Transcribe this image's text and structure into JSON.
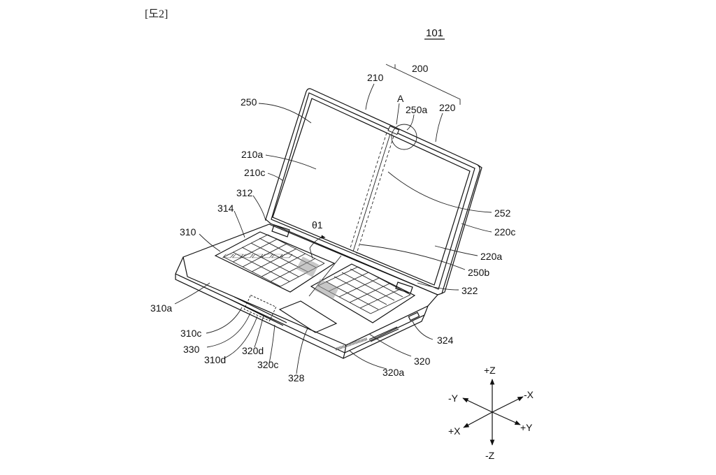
{
  "header": {
    "figure_tag": "[도2]"
  },
  "figure_number": "101",
  "labels": {
    "l200": "200",
    "l210": "210",
    "lA": "A",
    "l250a": "250a",
    "l220": "220",
    "l250": "250",
    "l210a": "210a",
    "l210c": "210c",
    "l312": "312",
    "l314": "314",
    "l310": "310",
    "theta1": "θ1",
    "l252": "252",
    "l220c": "220c",
    "l220a": "220a",
    "l250b": "250b",
    "l322": "322",
    "l310a": "310a",
    "l324": "324",
    "l310c": "310c",
    "l330": "330",
    "l310d": "310d",
    "l320d": "320d",
    "l320c": "320c",
    "l320": "320",
    "l320a": "320a",
    "l328": "328"
  },
  "axes": {
    "pz": "+Z",
    "nz": "-Z",
    "ny": "-Y",
    "nx": "-X",
    "px": "+X",
    "py": "+Y"
  }
}
